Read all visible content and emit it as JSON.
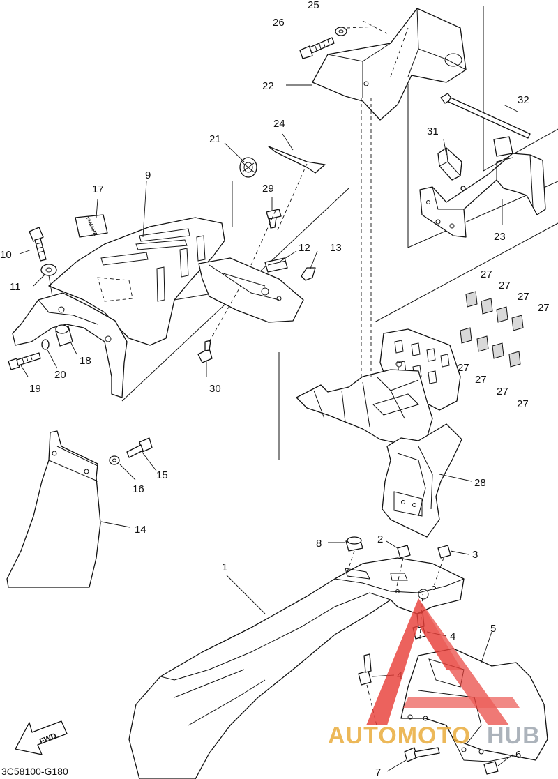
{
  "diagram_code": "3C58100-G180",
  "fwd_label": "FWD",
  "decal_text": "YAMAHA",
  "watermark": {
    "prefix": "AUTOMOTO",
    "suffix": "HUB",
    "accent": "#e8403a",
    "gold": "#e9a935",
    "gray": "#9aa3ad"
  },
  "callouts": [
    "1",
    "2",
    "3",
    "4",
    "4",
    "5",
    "6",
    "7",
    "8",
    "9",
    "10",
    "11",
    "12",
    "13",
    "14",
    "15",
    "16",
    "17",
    "18",
    "19",
    "20",
    "21",
    "22",
    "23",
    "24",
    "25",
    "26",
    "27",
    "27",
    "27",
    "27",
    "27",
    "27",
    "27",
    "27",
    "28",
    "29",
    "30",
    "31",
    "32"
  ]
}
